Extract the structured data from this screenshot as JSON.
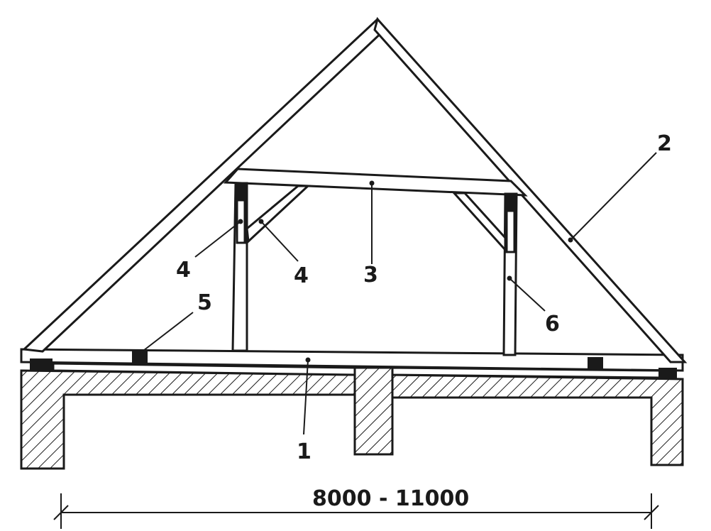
{
  "diagram": {
    "callouts": {
      "c1": "1",
      "c2": "2",
      "c3": "3",
      "c4a": "4",
      "c4b": "4",
      "c5": "5",
      "c6": "6"
    },
    "dimension": "8000 - 11000"
  },
  "colors": {
    "ink": "#1a1a1a",
    "background": "#ffffff"
  }
}
